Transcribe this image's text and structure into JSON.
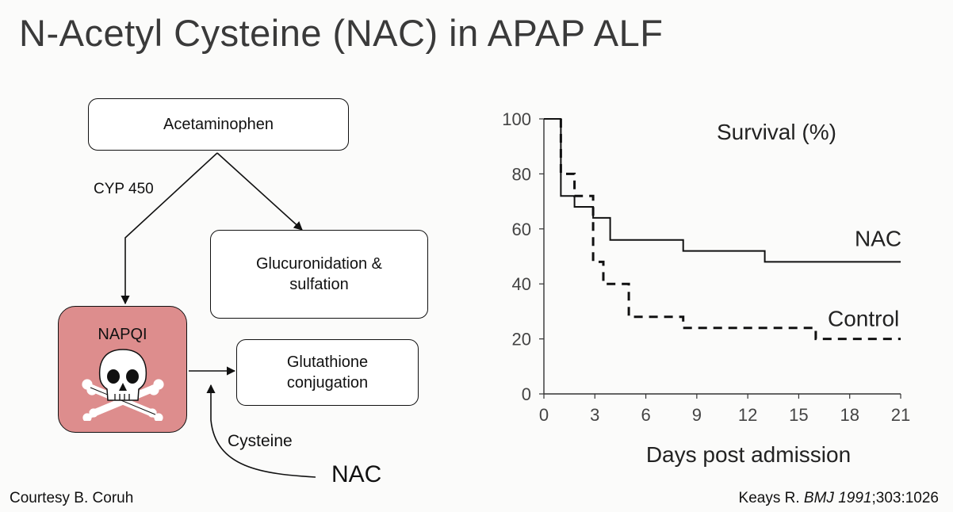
{
  "slide": {
    "title": "N-Acetyl Cysteine (NAC) in APAP ALF",
    "credit_left": "Courtesy B. Coruh",
    "credit_right_author": "Keays R. ",
    "credit_right_journal": "BMJ 1991",
    "credit_right_ref": ";303:1026"
  },
  "diagram": {
    "acetaminophen": "Acetaminophen",
    "cyp_label": "CYP 450",
    "gluc_line1": "Glucuronidation &",
    "gluc_line2": "sulfation",
    "napqi": "NAPQI",
    "gluta_line1": "Glutathione",
    "gluta_line2": "conjugation",
    "cysteine": "Cysteine",
    "nac": "NAC",
    "napqi_color": "#dd8d8d"
  },
  "chart_data": {
    "type": "line",
    "step": true,
    "title": "Survival (%)",
    "xlabel": "Days post admission",
    "ylabel": "",
    "xlim": [
      0,
      21
    ],
    "ylim": [
      0,
      100
    ],
    "xticks": [
      "0",
      "3",
      "6",
      "9",
      "12",
      "15",
      "18",
      "21"
    ],
    "yticks": [
      "0",
      "20",
      "40",
      "60",
      "80",
      "100"
    ],
    "grid": false,
    "series": [
      {
        "name": "NAC",
        "style": "solid",
        "x": [
          0,
          1,
          1,
          1.8,
          1.8,
          2.9,
          2.9,
          3.9,
          3.9,
          8.2,
          8.2,
          13,
          13,
          21
        ],
        "y": [
          100,
          100,
          72,
          72,
          68,
          68,
          64,
          64,
          56,
          56,
          52,
          52,
          48,
          48
        ]
      },
      {
        "name": "Control",
        "style": "dashed",
        "x": [
          1,
          1,
          1.8,
          1.8,
          2.9,
          2.9,
          3.5,
          3.5,
          5,
          5,
          8.2,
          8.2,
          16,
          16,
          21
        ],
        "y": [
          100,
          80,
          80,
          72,
          72,
          48,
          48,
          40,
          40,
          28,
          28,
          24,
          24,
          20,
          20
        ]
      }
    ]
  }
}
